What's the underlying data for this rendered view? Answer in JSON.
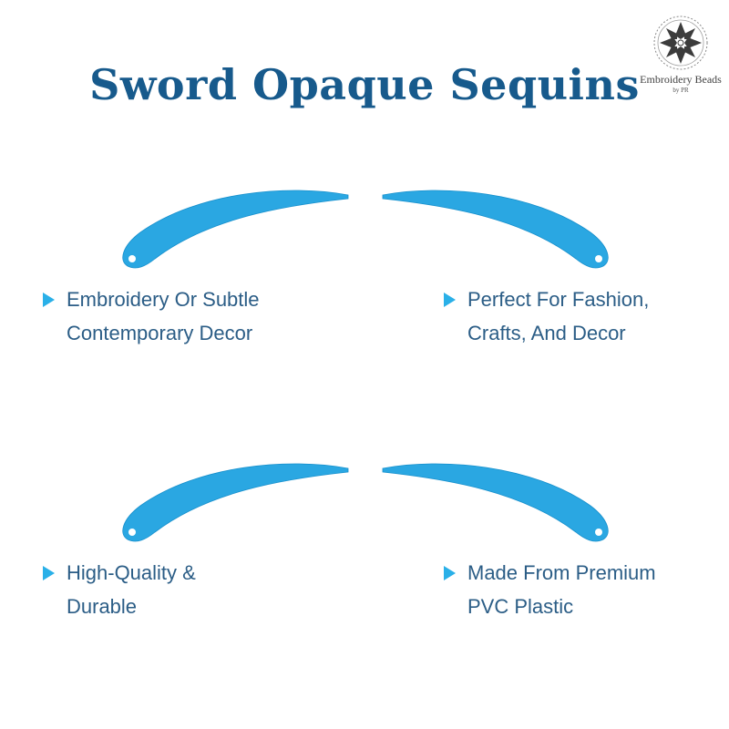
{
  "title": "Sword Opaque Sequins",
  "logo": {
    "name": "Embroidery Beads",
    "sub": "by PR"
  },
  "features": [
    {
      "line1": "Embroidery Or Subtle",
      "line2": "Contemporary Decor"
    },
    {
      "line1": "Perfect For Fashion,",
      "line2": "Crafts, And Decor"
    },
    {
      "line1": "High-Quality &",
      "line2": "Durable"
    },
    {
      "line1": "Made From Premium",
      "line2": "PVC Plastic"
    }
  ],
  "colors": {
    "title": "#175a8c",
    "text": "#2b5d86",
    "arrow": "#2ab0e8",
    "sequin": "#2aa7e2",
    "sequin_edge": "#168fcc"
  }
}
